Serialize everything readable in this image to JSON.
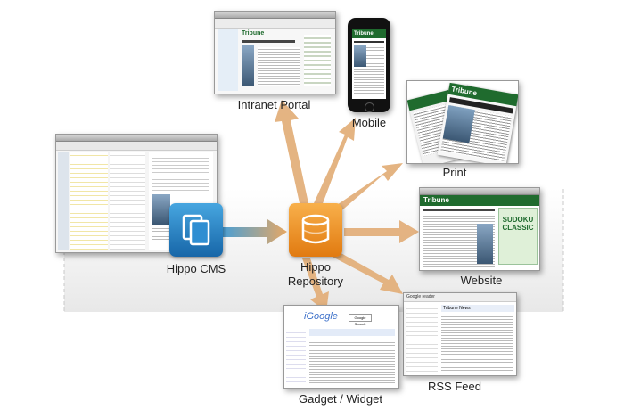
{
  "diagram": {
    "nodes": {
      "intranet": {
        "label": "Intranet Portal",
        "brand": "Tribune"
      },
      "mobile": {
        "label": "Mobile",
        "brand": "Tribune"
      },
      "print": {
        "label": "Print",
        "brand": "Tribune"
      },
      "website": {
        "label": "Website",
        "brand": "Tribune",
        "ad_line1": "SUDOKU",
        "ad_line2": "CLASSIC"
      },
      "rss": {
        "label": "RSS Feed",
        "app": "Google reader",
        "feed_title": "Tribune News"
      },
      "gadget": {
        "label": "Gadget / Widget",
        "brand": "iGoogle",
        "search_button": "Google Search"
      },
      "cms": {
        "label": "Hippo CMS"
      },
      "repository": {
        "label_line1": "Hippo",
        "label_line2": "Repository"
      }
    }
  },
  "colors": {
    "cms_blue": "#1e7fc0",
    "repo_orange": "#f08a1c",
    "arrow": "#e3b07c",
    "brand_green": "#1f6b2e"
  }
}
